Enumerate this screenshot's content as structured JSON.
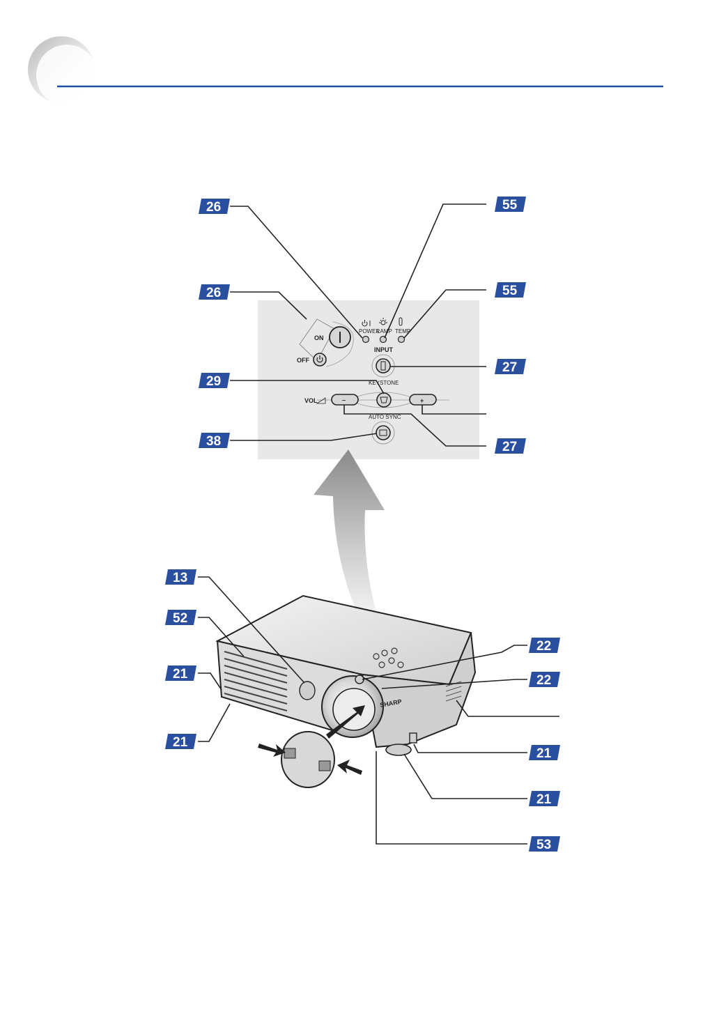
{
  "colors": {
    "header_rule": "#1f4ea3",
    "badge_fill": "#2a4f9e",
    "panel_bg": "#e8e8e8"
  },
  "control_panel": {
    "power_label": "POWER",
    "lamp_label": "LAMP",
    "temp_label": "TEMP",
    "on_label": "ON",
    "off_label": "OFF",
    "input_label": "INPUT",
    "keystone_label": "KEYSTONE",
    "vol_label": "VOL",
    "minus_label": "–",
    "plus_label": "+",
    "auto_sync_label": "AUTO SYNC"
  },
  "projector": {
    "brand": "SHARP"
  },
  "page_refs": {
    "power_indicator": "26",
    "on_off_buttons": "26",
    "keystone_button": "29",
    "auto_sync_button": "38",
    "lamp_indicator": "55",
    "temp_indicator": "55",
    "input_button": "27",
    "volume_buttons": "27",
    "remote_sensor": "13",
    "intake_vent": "52",
    "foot_release_left": "21",
    "adjustment_foot_left": "21",
    "zoom_knob": "22",
    "focus_ring": "22",
    "foot_release_right": "21",
    "adjustment_foot_right": "21",
    "lamp_cage": "53"
  },
  "icons": [
    "power-icon",
    "lamp-icon",
    "temp-icon",
    "input-icon",
    "keystone-icon",
    "auto-sync-icon",
    "up-arrow-icon",
    "push-arrow-icon"
  ]
}
